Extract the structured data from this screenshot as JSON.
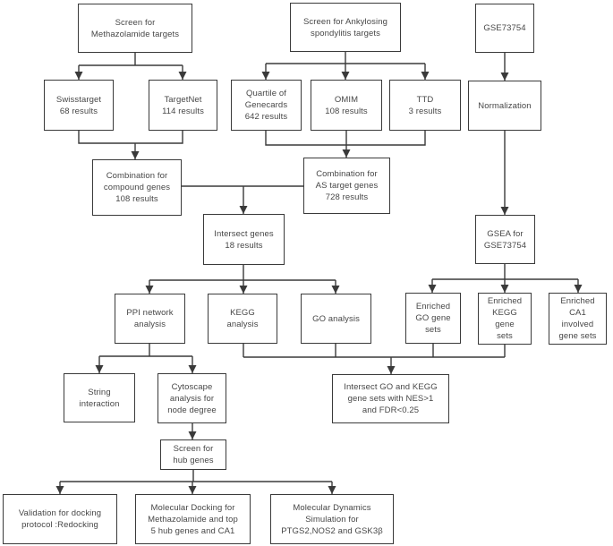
{
  "figure": {
    "type": "flowchart",
    "background_color": "#ffffff",
    "line_color": "#3a3a3a",
    "text_color": "#474747"
  },
  "nodes": {
    "screen_methazolamide": {
      "label": "Screen for\nMethazolamide targets"
    },
    "screen_as": {
      "label": "Screen for Ankylosing\nspondylitis targets"
    },
    "gse73754": {
      "label": "GSE73754"
    },
    "swisstarget": {
      "label": "Swisstarget\n68 results"
    },
    "targetnet": {
      "label": "TargetNet\n114 results"
    },
    "quartile_genecards": {
      "label": "Quartile of\nGenecards\n642 results"
    },
    "omim": {
      "label": "OMIM\n108 results"
    },
    "ttd": {
      "label": "TTD\n3 results"
    },
    "normalization": {
      "label": "Normalization"
    },
    "combination_compound": {
      "label": "Combination for\ncompound genes\n108 results"
    },
    "combination_as": {
      "label": "Combination for\nAS target genes\n728 results"
    },
    "intersect_genes": {
      "label": "Intersect genes\n18 results"
    },
    "gsea": {
      "label": "GSEA for\nGSE73754"
    },
    "ppi_network": {
      "label": "PPI network\nanalysis"
    },
    "kegg_analysis": {
      "label": "KEGG\nanalysis"
    },
    "go_analysis": {
      "label": "GO analysis"
    },
    "enriched_go": {
      "label": "Enriched\nGO gene\nsets"
    },
    "enriched_kegg": {
      "label": "Enriched\nKEGG\ngene\nsets"
    },
    "enriched_ca1": {
      "label": "Enriched\nCA1\ninvolved\ngene sets"
    },
    "string_interaction": {
      "label": "String\ninteraction"
    },
    "cytoscape": {
      "label": "Cytoscape\nanalysis for\nnode degree"
    },
    "intersect_go_kegg": {
      "label": "Intersect GO and KEGG\ngene sets with NES>1\nand FDR<0.25"
    },
    "screen_hub": {
      "label": "Screen for\nhub genes"
    },
    "validation_docking": {
      "label": "Validation for docking\nprotocol :Redocking"
    },
    "molecular_docking": {
      "label": "Molecular Docking for\nMethazolamide and top\n5 hub genes and CA1"
    },
    "molecular_dynamics": {
      "label": "Molecular Dynamics\nSimulation for\nPTGS2,NOS2 and GSK3β"
    }
  }
}
